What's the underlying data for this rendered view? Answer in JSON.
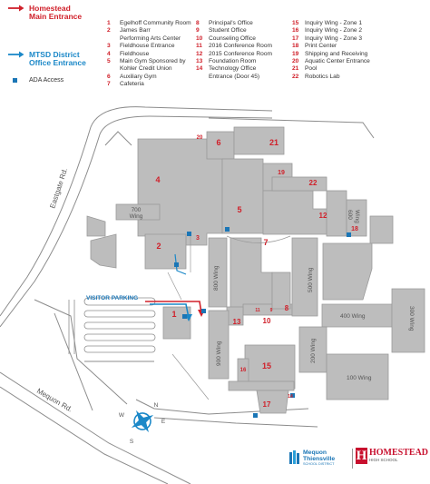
{
  "legend": {
    "homestead_entrance": {
      "line1": "Homestead",
      "line2": "Main Entrance",
      "color": "#d0202a"
    },
    "district_entrance": {
      "line1": "MTSD District",
      "line2": "Office Entrance",
      "color": "#1b88c8"
    },
    "ada": {
      "label": "ADA Access",
      "color": "#1b76b6"
    }
  },
  "key": [
    {
      "num": "1",
      "label": "Egelhoff Community Room"
    },
    {
      "num": "2",
      "label": "James Barr"
    },
    {
      "num": "",
      "label": "Performing Arts Center"
    },
    {
      "num": "3",
      "label": "Fieldhouse Entrance"
    },
    {
      "num": "4",
      "label": "Fieldhouse"
    },
    {
      "num": "5",
      "label": "Main Gym Sponsored by"
    },
    {
      "num": "",
      "label": "Kohler Credit Union"
    },
    {
      "num": "6",
      "label": "Auxiliary Gym"
    },
    {
      "num": "7",
      "label": "Cafeteria"
    },
    {
      "num": "8",
      "label": "Principal's Office"
    },
    {
      "num": "9",
      "label": "Student Office"
    },
    {
      "num": "10",
      "label": "Counseling Office"
    },
    {
      "num": "11",
      "label": "2016 Conference Room"
    },
    {
      "num": "12",
      "label": "2015 Conference Room"
    },
    {
      "num": "13",
      "label": "Foundation Room"
    },
    {
      "num": "14",
      "label": "Technology Office"
    },
    {
      "num": "",
      "label": "Entrance (Door 45)"
    },
    {
      "num": "15",
      "label": "Inquiry Wing - Zone 1"
    },
    {
      "num": "16",
      "label": "Inquiry Wing - Zone 2"
    },
    {
      "num": "17",
      "label": "Inquiry Wing - Zone 3"
    },
    {
      "num": "18",
      "label": "Print Center"
    },
    {
      "num": "19",
      "label": "Shipping and Receiving"
    },
    {
      "num": "20",
      "label": "Aquatic Center Entrance"
    },
    {
      "num": "21",
      "label": "Pool"
    },
    {
      "num": "22",
      "label": "Robotics Lab"
    }
  ],
  "map": {
    "roads": {
      "eastgate": "Eastgate Rd.",
      "mequon": "Mequon Rd."
    },
    "parking": "VISITOR PARKING",
    "wings": {
      "w700": "700",
      "w700b": "Wing",
      "w600": "600",
      "w600b": "Wing",
      "w800": "800 Wing",
      "w500": "500 Wing",
      "w400": "400 Wing",
      "w300": "300 Wing",
      "w900": "900 Wing",
      "w200": "200 Wing",
      "w100": "100 Wing"
    },
    "rooms": [
      "1",
      "2",
      "3",
      "4",
      "5",
      "6",
      "7",
      "8",
      "9",
      "10",
      "11",
      "12",
      "13",
      "14",
      "15",
      "16",
      "17",
      "18",
      "19",
      "20",
      "21",
      "22"
    ],
    "compass": {
      "n": "N",
      "e": "E",
      "s": "S",
      "w": "W",
      "color": "#1b88c8"
    },
    "building_color": "#bdbdbd",
    "outline_color": "#9a9a9a",
    "label_color": "#d0202a"
  },
  "logos": {
    "mtsd": {
      "line1": "Mequon",
      "line2": "Thiensville",
      "line3": "SCHOOL DISTRICT"
    },
    "homestead": {
      "name": "HOMESTEAD",
      "sub": "HIGH SCHOOL",
      "mark": "H"
    }
  }
}
